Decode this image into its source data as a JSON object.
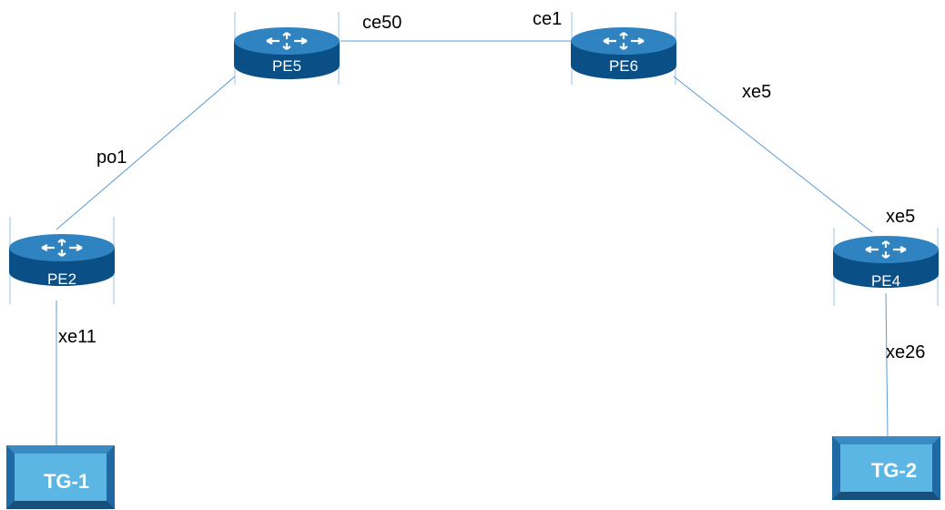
{
  "colors": {
    "link": "#5b9bd5",
    "router_top": "#2f83c0",
    "router_body": "#0a4f86",
    "router_arrows": "#ffffff",
    "tg_outer": "#1f6aa5",
    "tg_inner": "#5bb6e4",
    "text": "#000000"
  },
  "routers": {
    "pe5": {
      "label": "PE5",
      "icon": "router-icon"
    },
    "pe6": {
      "label": "PE6",
      "icon": "router-icon"
    },
    "pe2": {
      "label": "PE2",
      "icon": "router-icon"
    },
    "pe4": {
      "label": "PE4",
      "icon": "router-icon"
    }
  },
  "traffic_generators": {
    "tg1": {
      "label": "TG-1"
    },
    "tg2": {
      "label": "TG-2"
    }
  },
  "links": [
    {
      "from": "PE5",
      "to": "PE6",
      "from_port": "ce50",
      "to_port": "ce1"
    },
    {
      "from": "PE5",
      "to": "PE2",
      "from_port": "po1"
    },
    {
      "from": "PE6",
      "to": "PE4",
      "from_port": "xe5",
      "to_port": "xe5"
    },
    {
      "from": "PE2",
      "to": "TG-1",
      "from_port": "xe11"
    },
    {
      "from": "PE4",
      "to": "TG-2",
      "from_port": "xe26"
    }
  ],
  "port_labels": {
    "ce50": "ce50",
    "ce1": "ce1",
    "po1": "po1",
    "xe5_pe6": "xe5",
    "xe5_pe4": "xe5",
    "xe11": "xe11",
    "xe26": "xe26"
  }
}
